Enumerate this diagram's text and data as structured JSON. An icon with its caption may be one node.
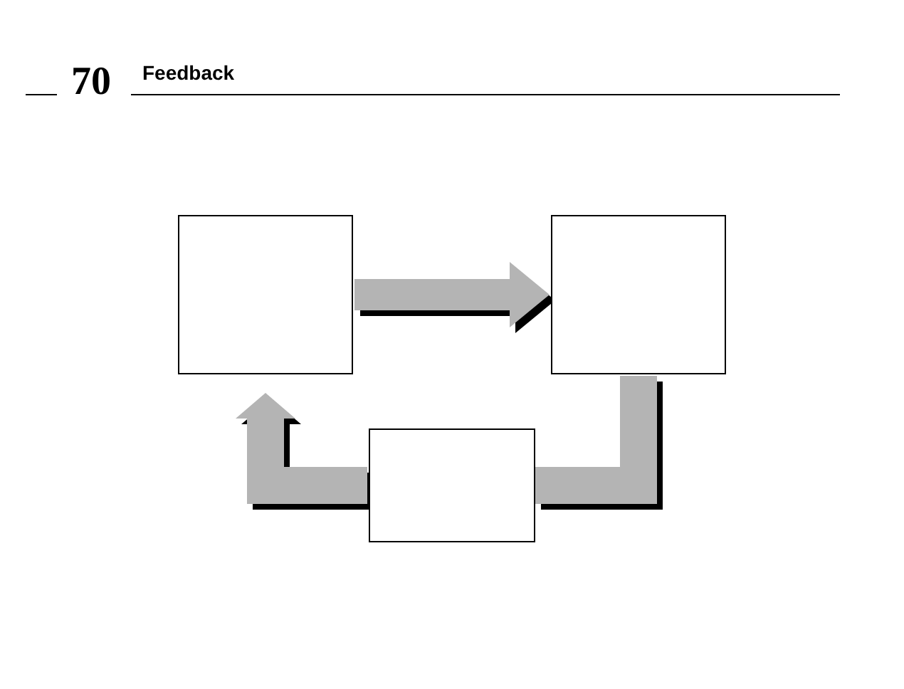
{
  "diagram": {
    "title": "Feedback",
    "labels": [
      "70"
    ],
    "nodes": [
      {
        "text": [],
        "shape": "box"
      },
      {
        "text": [],
        "shape": "box"
      },
      {
        "text": [],
        "shape": "box"
      }
    ],
    "edges": [
      {
        "from": 0,
        "to": 1,
        "arrow": "to"
      },
      {
        "from": 1,
        "to": 2,
        "arrow": "none"
      },
      {
        "from": 2,
        "to": 0,
        "arrow": "to"
      }
    ]
  }
}
